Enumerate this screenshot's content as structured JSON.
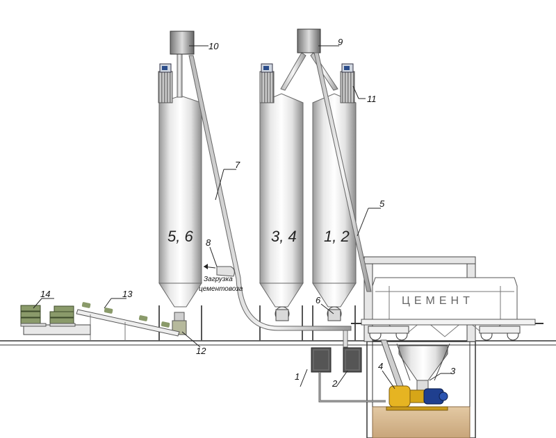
{
  "silos": [
    {
      "name": "silo-5-6",
      "label": "5, 6"
    },
    {
      "name": "silo-3-4",
      "label": "3, 4"
    },
    {
      "name": "silo-1-2",
      "label": "1, 2"
    }
  ],
  "callouts": [
    "1",
    "2",
    "3",
    "4",
    "5",
    "6",
    "7",
    "8",
    "9",
    "10",
    "11",
    "12",
    "13",
    "14"
  ],
  "annotation": {
    "line1": "Загрузка",
    "line2": "цементовоза"
  },
  "wagon": {
    "text": "ЦЕМЕНТ",
    "body_color": "#ffffff",
    "line_color": "#555555"
  },
  "colors": {
    "silo_light": "#f4f4f4",
    "silo_dark": "#a9a9a9",
    "ground_pit": "#d2b48c",
    "pump_yellow": "#e6b422",
    "motor_blue": "#1f3f8f",
    "box_dark": "#555555",
    "bags_green": "#8a9a6a"
  },
  "icons": [
    "silo-icon",
    "filter-icon",
    "hopper-icon",
    "pump-icon",
    "motor-icon",
    "wagon-icon",
    "conveyor-icon",
    "bag-stack-icon",
    "cyclone-icon"
  ]
}
